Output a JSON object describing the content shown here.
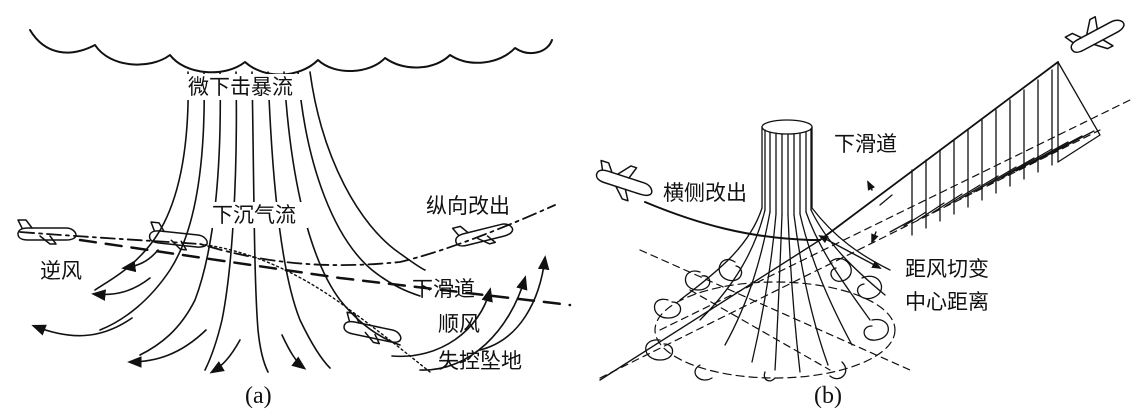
{
  "panel_a": {
    "caption": "(a)",
    "labels": {
      "microburst": "微下击暴流",
      "downdraft": "下沉气流",
      "longitudinal_recovery": "纵向改出",
      "headwind": "逆风",
      "glideslope": "下滑道",
      "tailwind": "顺风",
      "crash": "失控坠地"
    }
  },
  "panel_b": {
    "caption": "(b)",
    "labels": {
      "glideslope": "下滑道",
      "lateral_recovery": "横侧改出",
      "distance_line1": "距风切变",
      "distance_line2": "中心距离"
    }
  },
  "colors": {
    "ink": "#111111",
    "background": "#ffffff"
  },
  "icons": [
    "cloud-icon",
    "airplane-icon",
    "arrow-icon",
    "vortex-icon"
  ]
}
